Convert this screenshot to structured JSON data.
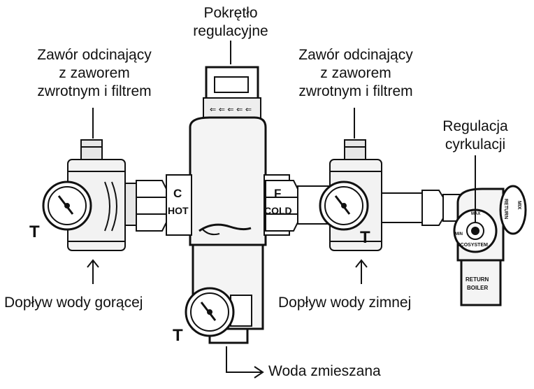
{
  "labels": {
    "knob": [
      "Pokrętło",
      "regulacyjne"
    ],
    "valve_left": [
      "Zawór odcinający",
      "z zaworem",
      "zwrotnym i filtrem"
    ],
    "valve_right": [
      "Zawór odcinający",
      "z zaworem",
      "zwrotnym i filtrem"
    ],
    "circulation": [
      "Regulacja",
      "cyrkulacji"
    ],
    "hot_inlet": "Dopływ wody gorącej",
    "cold_inlet": "Dopływ wody zimnej",
    "mixed_outlet": "Woda zmieszana",
    "thermometer_mark": "T"
  },
  "body_markings": {
    "hot_letter": "C",
    "hot_word": "HOT",
    "cold_letter": "F",
    "cold_word": "COLD",
    "return_top": "RETURN",
    "return_side": "MIX",
    "ecosystem": "ECOSYSTEM",
    "max": "MAX",
    "min": "MIN",
    "return_boiler_1": "RETURN",
    "return_boiler_2": "BOILER"
  },
  "colors": {
    "ink": "#111111",
    "paper": "#ffffff",
    "shade": "#d9d9d9"
  }
}
